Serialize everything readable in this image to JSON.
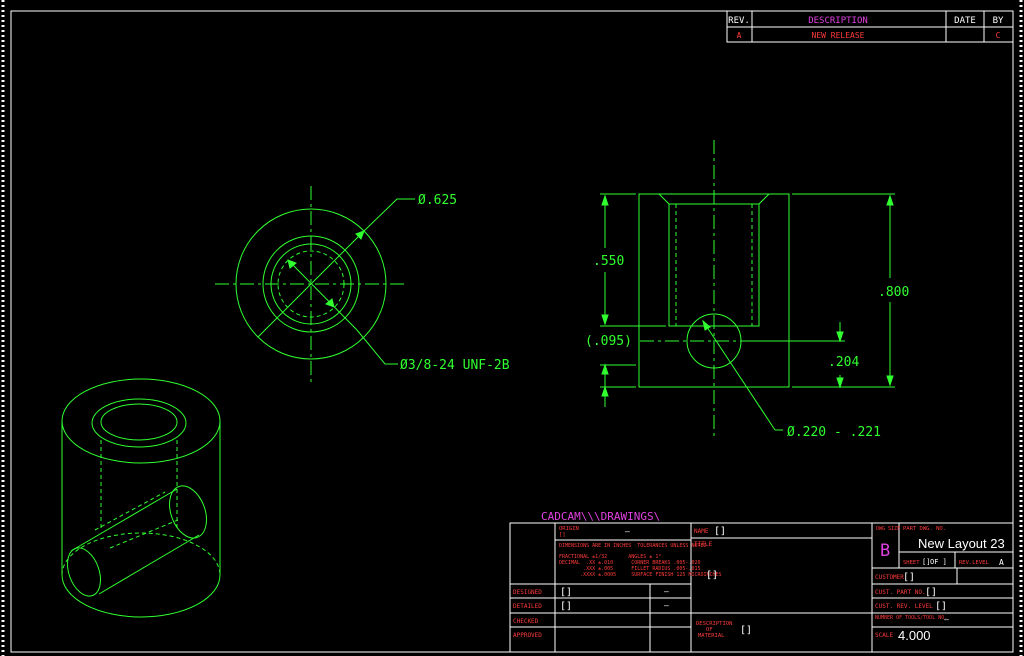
{
  "colors": {
    "geometry": "#30ff30",
    "border": "#ffffff",
    "table_text": "#ff3b3b",
    "accent": "#e040e0",
    "background": "#000000"
  },
  "revision_block": {
    "headers": {
      "rev": "REV.",
      "description": "DESCRIPTION",
      "date": "DATE",
      "by": "BY"
    },
    "row": {
      "rev": "A",
      "description": "NEW RELEASE",
      "date": "",
      "by": "C"
    }
  },
  "dimensions": {
    "outer_diameter": "Ø.625",
    "thread": "Ø3/8-24 UNF-2B",
    "depth": ".550",
    "ref_offset": "(.095)",
    "height": ".800",
    "hole_offset": ".204",
    "cross_hole": "Ø.220 - .221"
  },
  "title_block": {
    "path_label": "CADCAM\\\\\\DRAWINGS\\",
    "origin_label": "ORIGIN",
    "origin_value": "[]",
    "notes": [
      "DIMENSIONS ARE IN INCHES  TOLERANCES UNLESS NOTED",
      "FRACTIONAL ±1/32       ANGLES ± 1°",
      "DECIMAL  .XX ±.010      CORNER BREAKS .005-.020",
      "        .XXX ±.005      FILLET RADIUS .005-.015",
      "       .XXXX ±.0005     SURFACE FINISH 125 MICROINCHES"
    ],
    "name_label": "NAME",
    "name_value": "[]",
    "title_label": "TITLE",
    "title_value": "[]",
    "dwg_size_label": "DWG SIZE",
    "dwg_size_value": "B",
    "part_dwg_label": "PART DWG. NO.",
    "part_dwg_value": "New Layout 23",
    "sheet_label": "SHEET",
    "sheet_value": "[]",
    "sheet_of": "OF ]",
    "rev_level_label": "REV.LEVEL",
    "rev_level_value": "A",
    "customer_label": "CUSTOMER",
    "customer_value": "[]",
    "cust_part_label": "CUST. PART NO.",
    "cust_part_value": "[]",
    "cust_rev_label": "CUST. REV. LEVEL",
    "cust_rev_value": "[]",
    "tools_label": "NUMBER OF TOOLS/TOOL NO.",
    "tools_value": "—",
    "scale_label": "SCALE",
    "scale_value": "4.000",
    "desc_label_1": "DESCRIPTION",
    "desc_label_2": "OF",
    "desc_label_3": "MATERIAL",
    "desc_value": "[]",
    "sign_rows": [
      {
        "label": "DESIGNED",
        "value": "[]",
        "dash": "—"
      },
      {
        "label": "DETAILED",
        "value": "[]",
        "dash": "—"
      },
      {
        "label": "CHECKED",
        "value": "",
        "dash": ""
      },
      {
        "label": "APPROVED",
        "value": "",
        "dash": ""
      }
    ],
    "origin_dash": "—"
  }
}
